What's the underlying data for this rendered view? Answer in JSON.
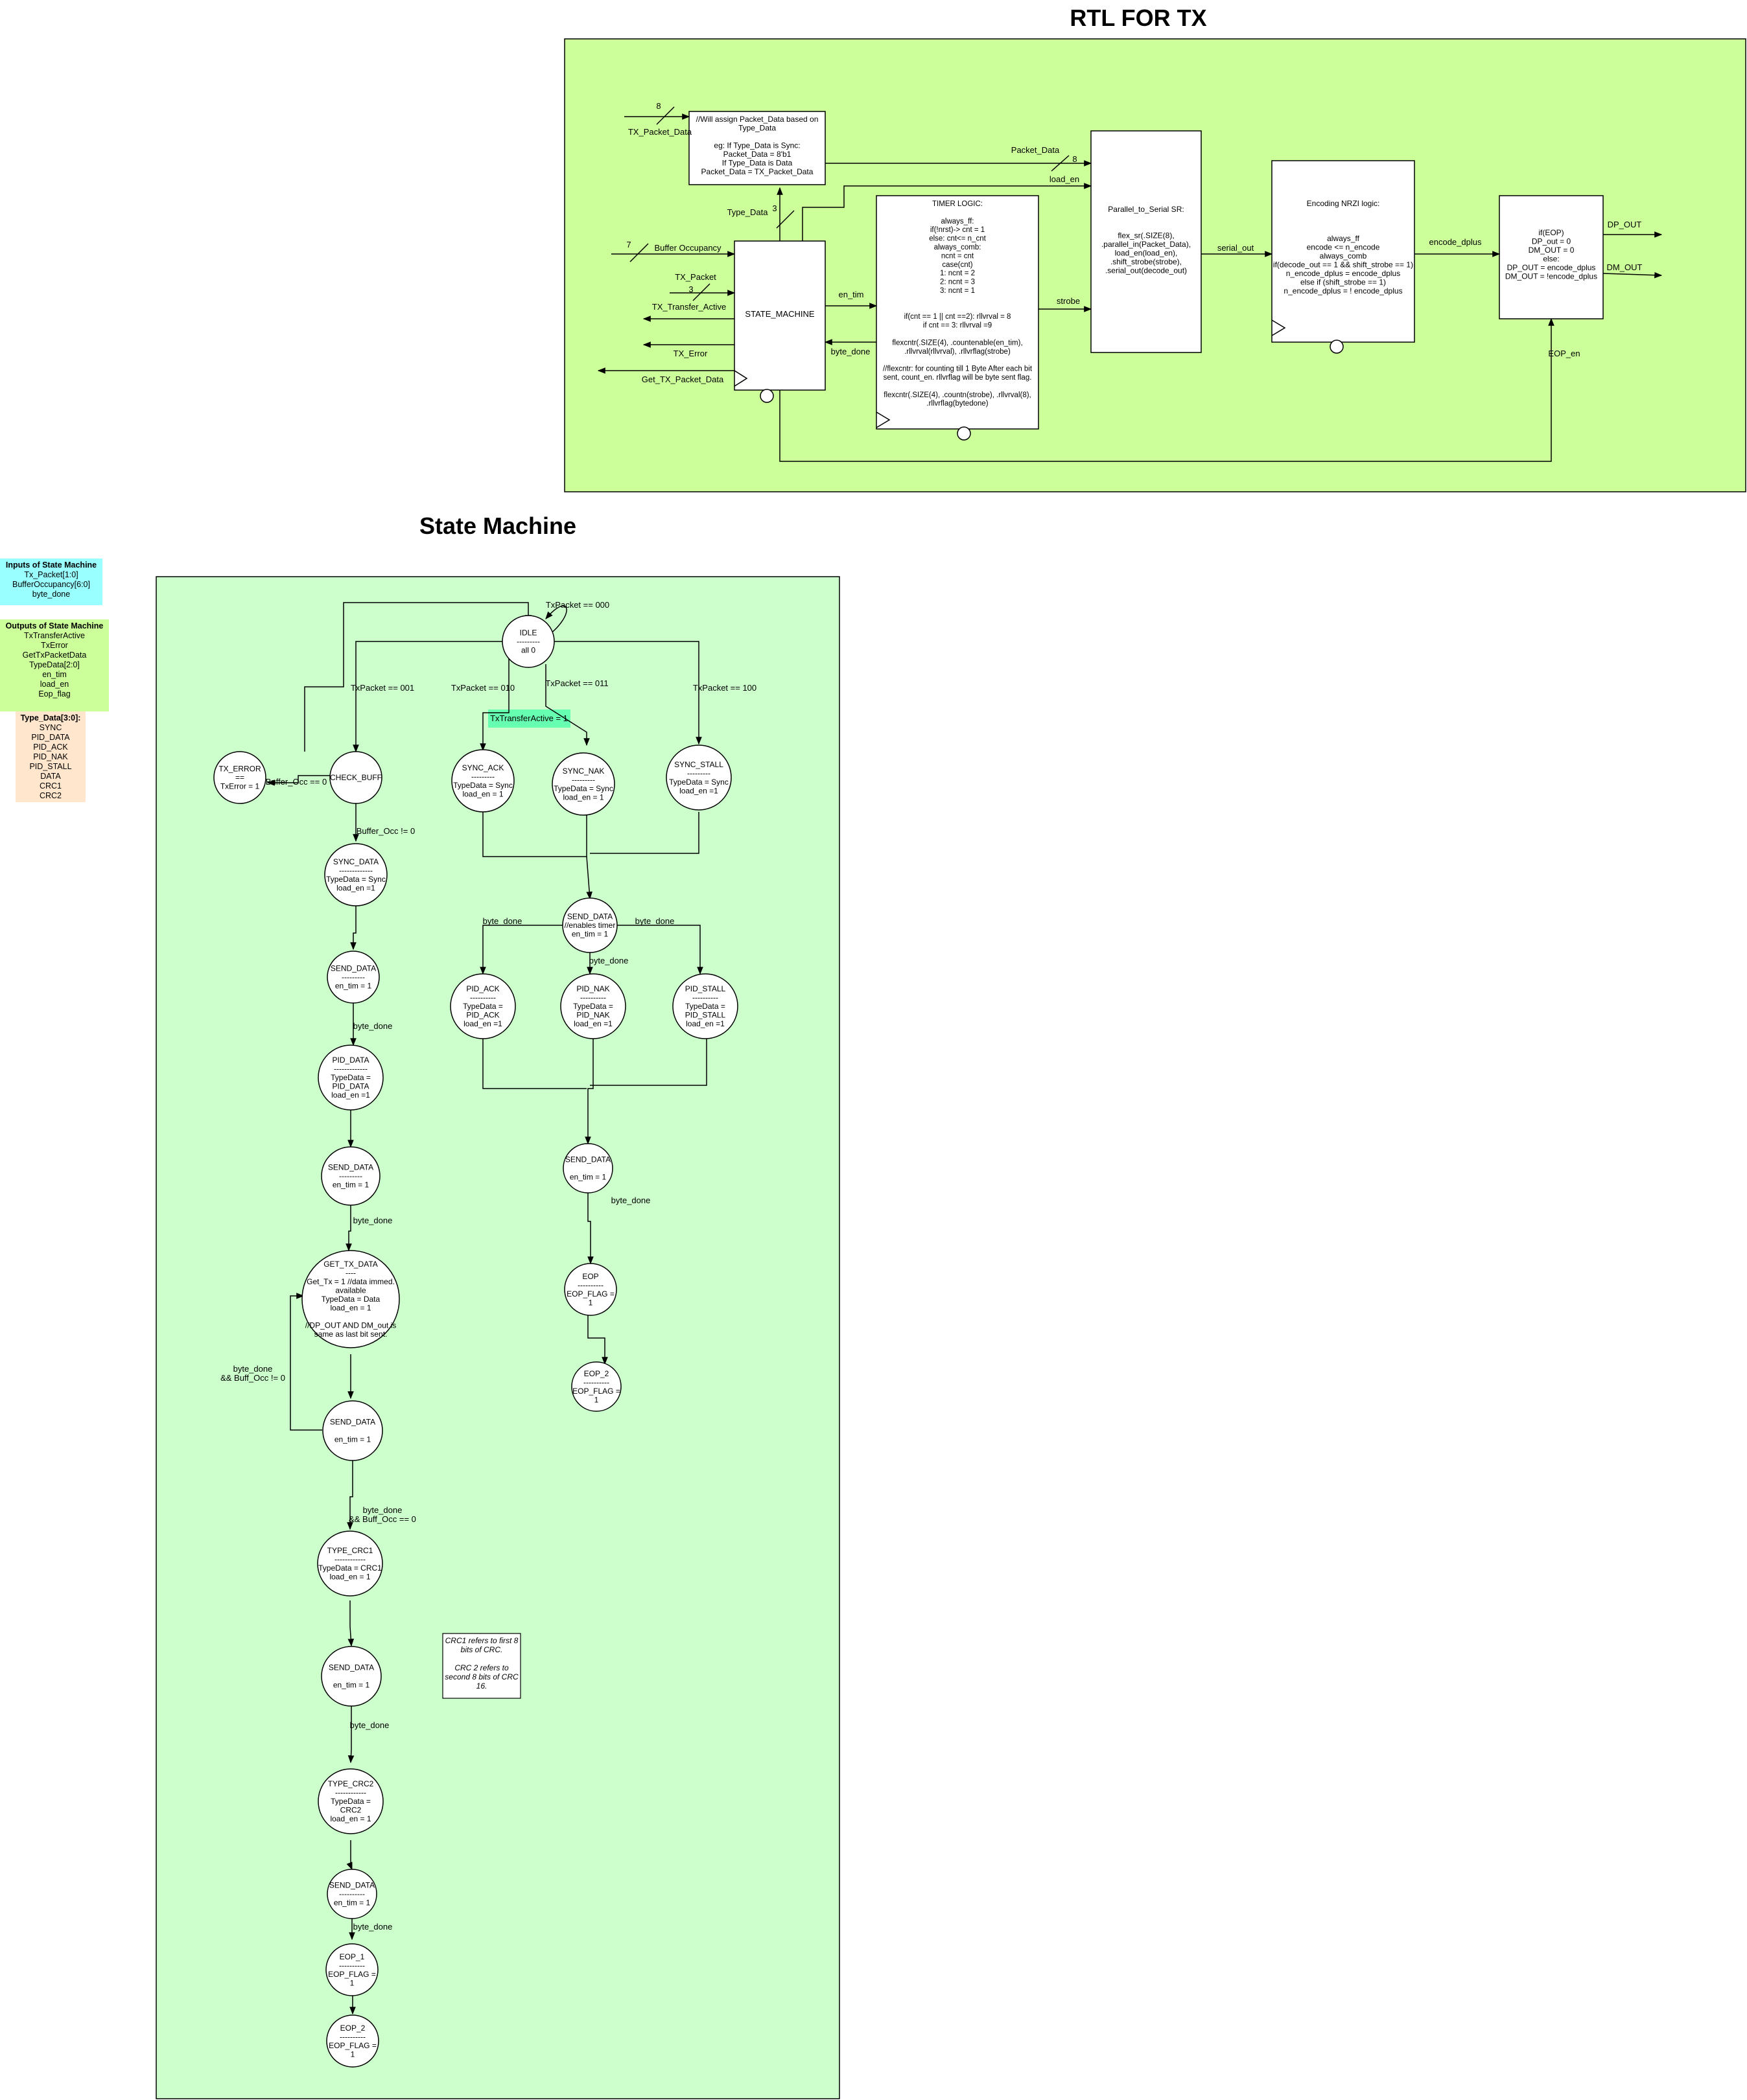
{
  "titles": {
    "rtl": "RTL FOR TX",
    "sm": "State Machine"
  },
  "legend": {
    "inputs": {
      "title": "Inputs of State Machine",
      "items": [
        "Tx_Packet[1:0]",
        "BufferOccupancy[6:0]",
        "byte_done"
      ],
      "color": "#99FFFF"
    },
    "outputs": {
      "title": "Outputs of State Machine",
      "items": [
        "TxTransferActive",
        "TxError",
        "GetTxPacketData",
        "TypeData[2:0]",
        "en_tim",
        "load_en",
        "Eop_flag"
      ],
      "color": "#CCFF99"
    },
    "typedata": {
      "title": "Type_Data[3:0]:",
      "items": [
        "SYNC",
        "PID_DATA",
        "PID_ACK",
        "PID_NAK",
        "PID_STALL",
        "DATA",
        "CRC1",
        "CRC2"
      ],
      "color": "#FFE6CC"
    }
  },
  "colors": {
    "rtl_bg": "#CCFF99",
    "sm_bg": "#CCFFCC",
    "active_note": "#66FFB2"
  },
  "rtl": {
    "assign_box": [
      "//Will assign Packet_Data based on",
      "Type_Data",
      "",
      "eg: If Type_Data is Sync:",
      "Packet_Data = 8'b1",
      "If Type_Data is Data",
      "Packet_Data = TX_Packet_Data"
    ],
    "state_machine": "STATE_MACHINE",
    "timer": [
      "TIMER LOGIC:",
      "",
      "always_ff:",
      "if(!nrst)-> cnt = 1",
      "else: cnt<= n_cnt",
      "always_comb:",
      "ncnt = cnt",
      "case(cnt)",
      "1: ncnt = 2",
      "2: ncnt = 3",
      "3: ncnt = 1",
      "",
      "",
      "if(cnt == 1 || cnt ==2): rllvrval = 8",
      "if cnt == 3: rllvrval =9",
      "",
      "flexcntr(.SIZE(4), .countenable(en_tim),",
      ".rllvrval(rllvrval), .rllvrflag(strobe)",
      "",
      "//flexcntr: for counting till 1 Byte After each bit",
      "sent, count_en. rllvrflag will be byte sent flag.",
      "",
      "flexcntr(.SIZE(4), .countn(strobe), .rllvrval(8),",
      ".rllvrflag(bytedone)"
    ],
    "serial": [
      "Parallel_to_Serial SR:",
      "",
      "",
      "flex_sr(.SIZE(8),",
      ".parallel_in(Packet_Data),",
      "load_en(load_en),",
      ".shift_strobe(strobe),",
      ".serial_out(decode_out)"
    ],
    "nrzi": [
      "Encoding NRZI logic:",
      "",
      "",
      "",
      "always_ff",
      "encode <= n_encode",
      "always_comb",
      "if(decode_out == 1 && shift_strobe == 1)",
      "n_encode_dplus = encode_dplus",
      "else if (shift_strobe == 1)",
      "n_encode_dplus = ! encode_dplus"
    ],
    "eop": [
      "if(EOP)",
      "DP_out = 0",
      "DM_OUT = 0",
      "else:",
      "DP_OUT = encode_dplus",
      "DM_OUT = !encode_dplus"
    ],
    "labels": {
      "tx_packet_data": "TX_Packet_Data",
      "bus8": "8",
      "packet_data": "Packet_Data",
      "bus8b": "8",
      "load_en": "load_en",
      "type_data": "Type_Data",
      "bus3": "3",
      "bus7": "7",
      "buffer_occ": "Buffer Occupancy",
      "tx_packet": "TX_Packet",
      "bus3b": "3",
      "tx_transfer_active": "TX_Transfer_Active",
      "tx_error": "TX_Error",
      "get_tx_packet_data": "Get_TX_Packet_Data",
      "en_tim": "en_tim",
      "byte_done": "byte_done",
      "strobe": "strobe",
      "serial_out": "serial_out",
      "encode_dplus": "encode_dplus",
      "dp_out": "DP_OUT",
      "dm_out": "DM_OUT",
      "eop_en": "EOP_en"
    }
  },
  "sm": {
    "active_note": "TxTransferActive = 1",
    "crc_note": [
      "CRC1 refers to first 8",
      "bits of CRC.",
      "",
      "CRC 2 refers to",
      "second 8 bits of CRC",
      "16."
    ],
    "states": {
      "idle": [
        "IDLE",
        "---------",
        "all 0"
      ],
      "tx_error": [
        "TX_ERROR",
        "==",
        "TxError = 1"
      ],
      "check_buff": [
        "CHECK_BUFF"
      ],
      "sync_ack": [
        "SYNC_ACK",
        "---------",
        "TypeData = Sync",
        "load_en = 1"
      ],
      "sync_nak": [
        "SYNC_NAK",
        "---------",
        "TypeData = Sync",
        "load_en = 1"
      ],
      "sync_stall": [
        "SYNC_STALL",
        "---------",
        "TypeData = Sync",
        "load_en =1"
      ],
      "sync_data": [
        "SYNC_DATA",
        "-------------",
        "TypeData = Sync",
        "load_en =1"
      ],
      "send_data_r": [
        "SEND_DATA",
        "//enables timer",
        "en_tim = 1"
      ],
      "send_data_1": [
        "SEND_DATA",
        "---------",
        "en_tim = 1"
      ],
      "pid_ack": [
        "PID_ACK",
        "----------",
        "TypeData =",
        "PID_ACK",
        "load_en =1"
      ],
      "pid_nak": [
        "PID_NAK",
        "----------",
        "TypeData =",
        "PID_NAK",
        "load_en =1"
      ],
      "pid_stall": [
        "PID_STALL",
        "----------",
        "TypeData =",
        "PID_STALL",
        "load_en =1"
      ],
      "pid_data": [
        "PID_DATA",
        "-------------",
        "TypeData =",
        "PID_DATA",
        "load_en =1"
      ],
      "send_data_2": [
        "SEND_DATA",
        "---------",
        "en_tim = 1"
      ],
      "send_data_r2": [
        "SEND_DATA",
        "",
        "en_tim = 1"
      ],
      "get_tx_data": [
        "GET_TX_DATA",
        "----",
        "Get_Tx = 1 //data immed.",
        "available",
        "TypeData = Data",
        "load_en = 1",
        "",
        "//DP_OUT AND DM_out is",
        "same as last bit sent."
      ],
      "eop_r": [
        "EOP",
        "----------",
        "EOP_FLAG =",
        "1"
      ],
      "eop_2r": [
        "EOP_2",
        "----------",
        "EOP_FLAG =",
        "1"
      ],
      "send_data_3": [
        "SEND_DATA",
        "",
        "en_tim = 1"
      ],
      "type_crc1": [
        "TYPE_CRC1",
        "------------",
        "TypeData = CRC1",
        "load_en = 1"
      ],
      "send_data_4": [
        "SEND_DATA",
        "",
        "en_tim = 1"
      ],
      "type_crc2": [
        "TYPE_CRC2",
        "------------",
        "TypeData =",
        "CRC2",
        "load_en = 1"
      ],
      "send_data_5": [
        "SEND_DATA",
        "----------",
        "en_tim = 1"
      ],
      "eop_1": [
        "EOP_1",
        "----------",
        "EOP_FLAG =",
        "1"
      ],
      "eop_2": [
        "EOP_2",
        "----------",
        "EOP_FLAG =",
        "1"
      ]
    },
    "transitions": {
      "tx000": "TxPacket == 000",
      "tx001": "TxPacket == 001",
      "tx010": "TxPacket == 010",
      "tx011": "TxPacket == 011",
      "tx100": "TxPacket == 100",
      "buff0": "Buffer_Occ == 0",
      "buffn0": "Buffer_Occ != 0",
      "bd1": "byte_done",
      "bd2": "byte_done",
      "bd3": "byte_done",
      "bd4": "byte_done",
      "bd5": "byte_done",
      "bd6": "byte_done",
      "bd7": "byte_done",
      "bd8": "byte_done",
      "bd_loop": [
        "byte_done",
        "&& Buff_Occ != 0"
      ],
      "bd_exit": [
        "byte_done",
        "&& Buff_Occ == 0"
      ]
    }
  }
}
